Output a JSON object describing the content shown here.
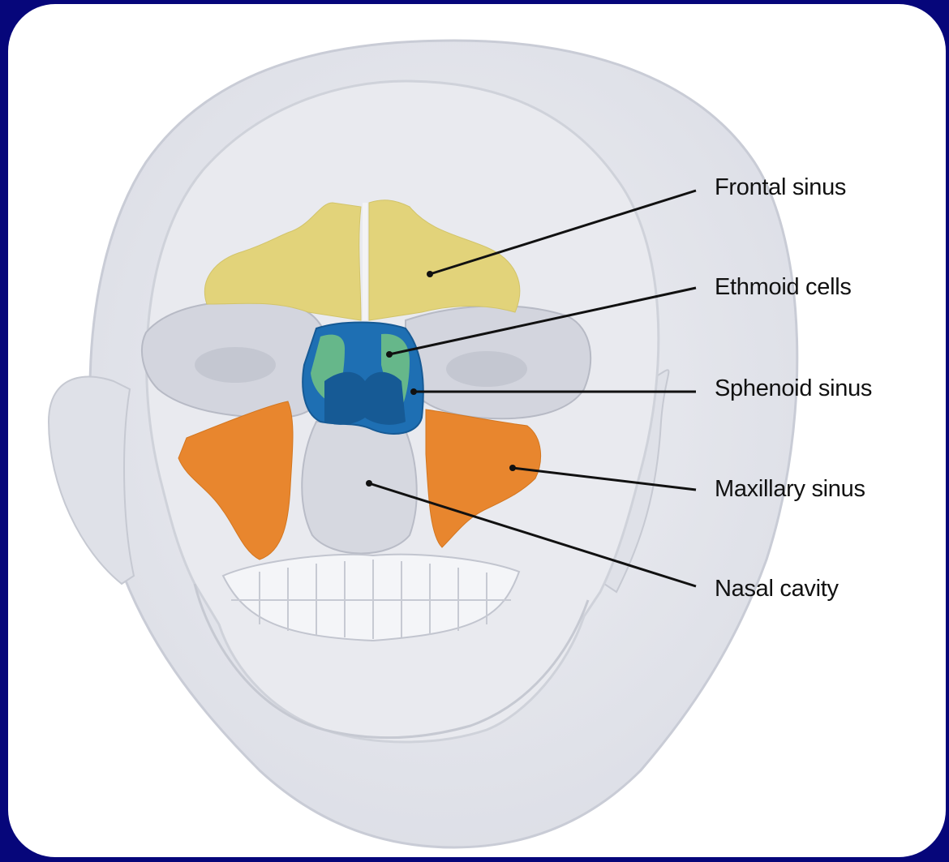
{
  "labels": {
    "frontal": "Frontal sinus",
    "ethmoid": "Ethmoid cells",
    "sphenoid": "Sphenoid sinus",
    "maxillary": "Maxillary sinus",
    "nasal": "Nasal cavity"
  },
  "colors": {
    "background": "#06067a",
    "panel": "#ffffff",
    "frontal_sinus": "#e2d37a",
    "ethmoid_cells": "#66b78a",
    "sphenoid_sinus": "#1e6fb3",
    "maxillary_sinus": "#e8862e",
    "skull": "#e4e6ec"
  }
}
